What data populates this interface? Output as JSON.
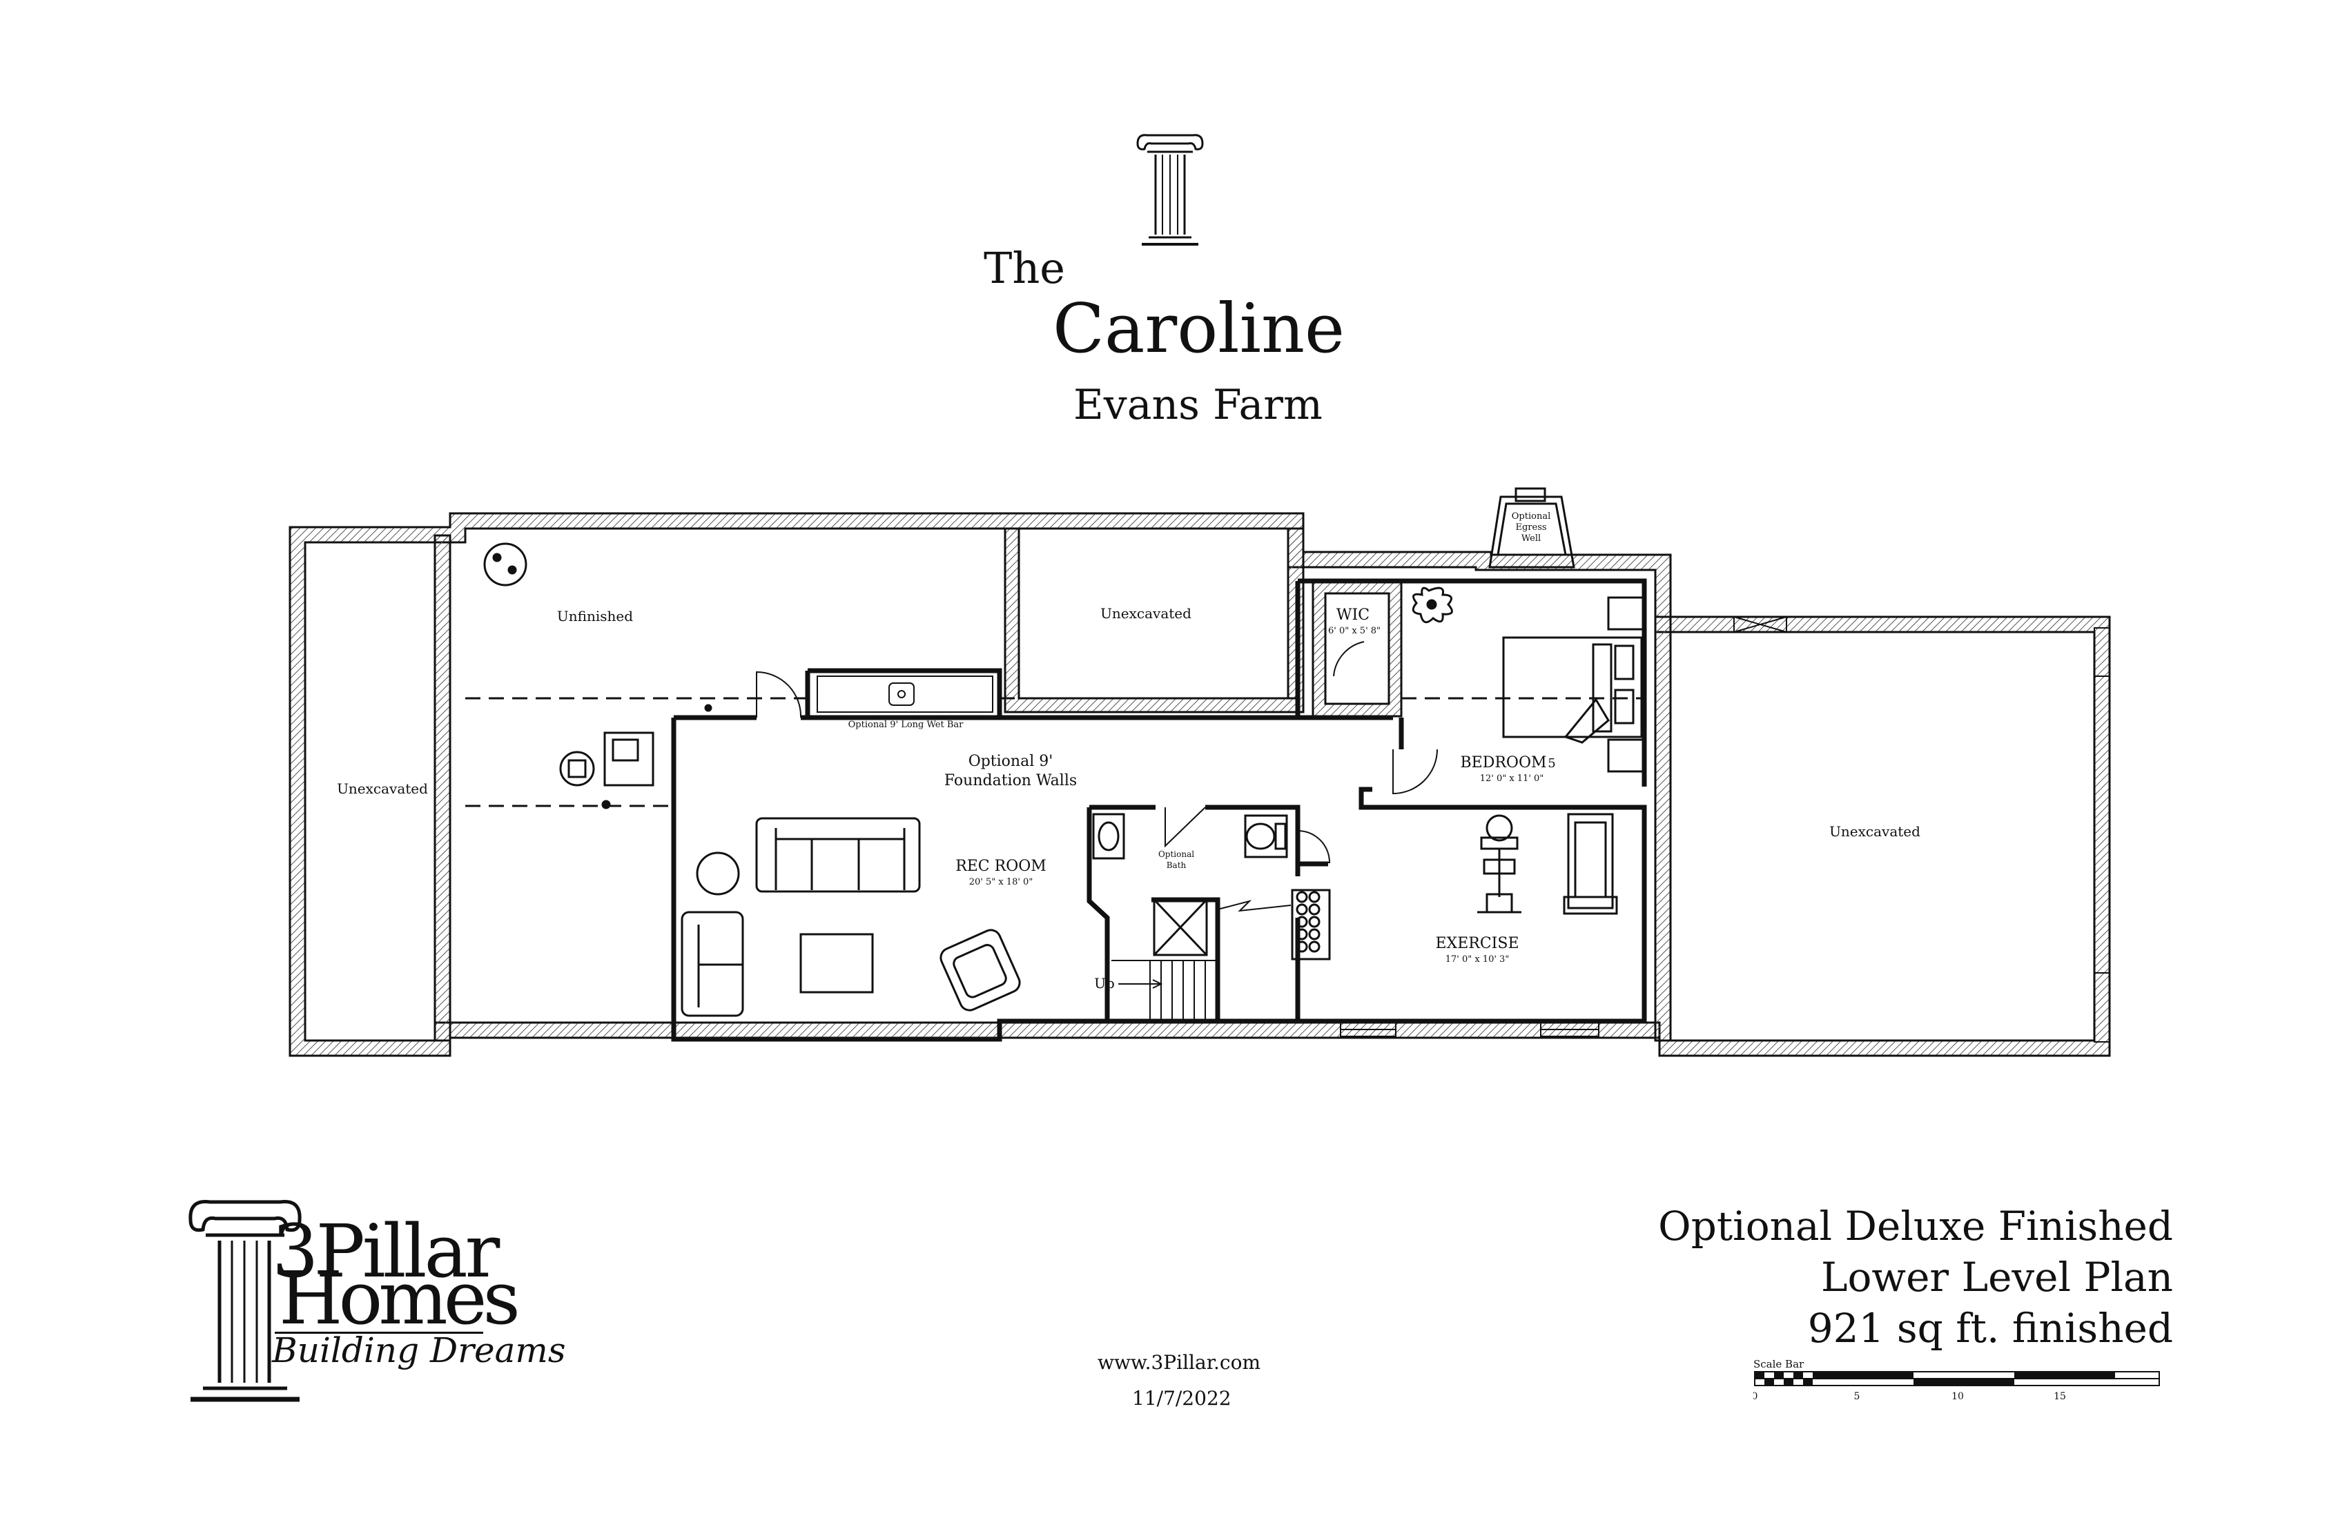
{
  "header": {
    "the": "The",
    "name": "Caroline",
    "community": "Evans Farm"
  },
  "plan": {
    "rooms": {
      "unexcavated_left": "Unexcavated",
      "unfinished": "Unfinished",
      "unexcavated_top": "Unexcavated",
      "unexcavated_right": "Unexcavated",
      "wic": "WIC",
      "wic_dims": "6' 0\" x 5' 8\"",
      "egress_1": "Optional",
      "egress_2": "Egress",
      "egress_3": "Well",
      "wet_bar": "Optional 9' Long Wet Bar",
      "foundation_1": "Optional 9'",
      "foundation_2": "Foundation Walls",
      "bedroom": "BEDROOM",
      "bedroom_num": "5",
      "bedroom_dims": "12' 0\" x 11' 0\"",
      "rec_room": "REC ROOM",
      "rec_dims": "20' 5\" x 18' 0\"",
      "bath_1": "Optional",
      "bath_2": "Bath",
      "up": "Up",
      "exercise": "EXERCISE",
      "exercise_dims": "17' 0\" x 10' 3\""
    }
  },
  "plan_title": {
    "line1": "Optional Deluxe Finished",
    "line2": "Lower Level Plan",
    "line3": "921 sq ft. finished"
  },
  "scale_bar": {
    "label": "Scale Bar",
    "ticks": [
      "0",
      "5",
      "10",
      "15"
    ]
  },
  "footer": {
    "website": "www.3Pillar.com",
    "date": "11/7/2022"
  },
  "brand": {
    "name_top": "3Pillar",
    "name_bottom": "Homes",
    "tagline": "Building Dreams"
  },
  "colors": {
    "ink": "#111111",
    "hatch": "#555555"
  }
}
